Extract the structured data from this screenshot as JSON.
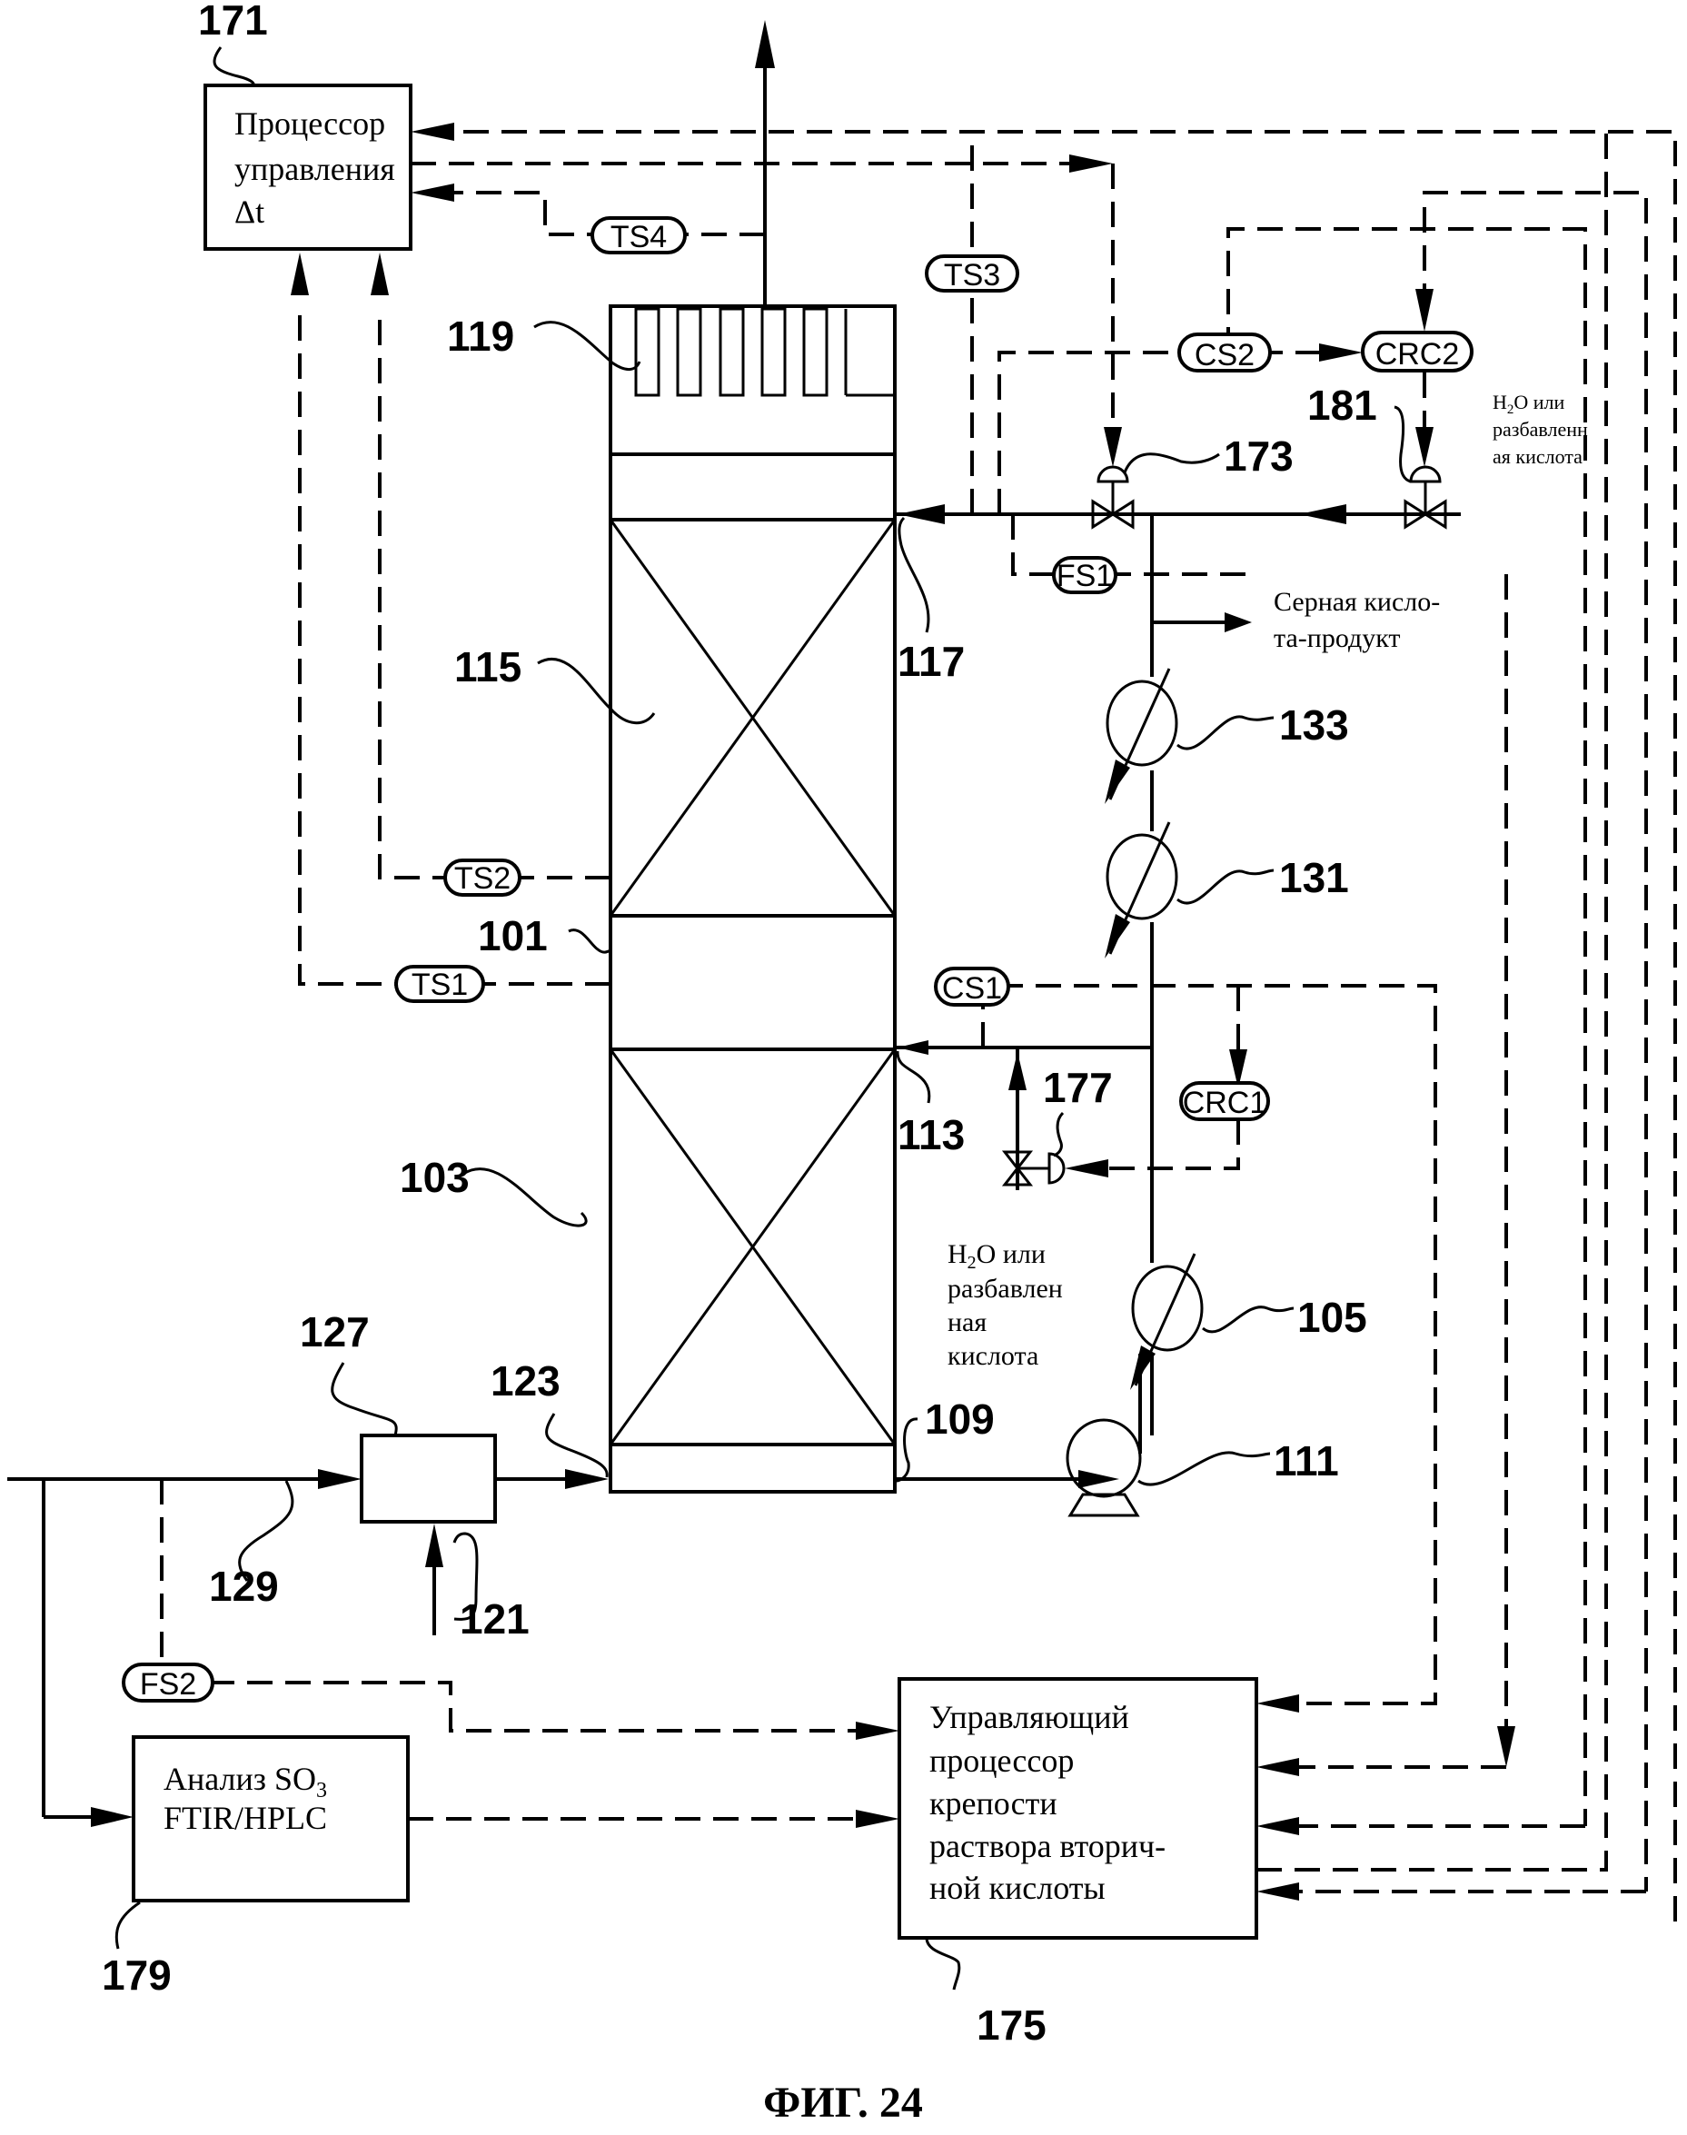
{
  "figure": {
    "title": "ФИГ. 24"
  },
  "boxes": {
    "processor_dt": {
      "ref": "171",
      "lines": [
        "Процессор",
        "управления",
        "Δt"
      ]
    },
    "acid_strength_processor": {
      "ref": "175",
      "lines": [
        "Управляющий",
        "процессор",
        "крепости",
        "раствора вторич-",
        "ной кислоты"
      ]
    },
    "so3_analysis": {
      "ref": "179",
      "line1_main": "Анализ SO",
      "line1_sub": "3",
      "line2": "FTIR/HPLC"
    }
  },
  "sensors": {
    "ts1": "TS1",
    "ts2": "TS2",
    "ts3": "TS3",
    "ts4": "TS4",
    "cs1": "CS1",
    "cs2": "CS2",
    "crc1": "CRC1",
    "crc2": "CRC2",
    "fs1": "FS1",
    "fs2": "FS2"
  },
  "reference_numerals": {
    "r101": "101",
    "r103": "103",
    "r105": "105",
    "r109": "109",
    "r111": "111",
    "r113": "113",
    "r115": "115",
    "r117": "117",
    "r119": "119",
    "r121": "121",
    "r123": "123",
    "r127": "127",
    "r129": "129",
    "r131": "131",
    "r133": "133",
    "r173": "173",
    "r177": "177",
    "r181": "181"
  },
  "notes": {
    "water_top": {
      "h": "H",
      "sub": "2",
      "rest": "O или",
      "line2": "разбавленн",
      "line3": "ая кислота"
    },
    "water_mid": {
      "h": "H",
      "sub": "2",
      "rest": "O или",
      "line2": "разбавлен",
      "line3": "ная",
      "line4": "кислота"
    },
    "product": {
      "line1": "Серная кисло-",
      "line2": "та-продукт"
    }
  }
}
